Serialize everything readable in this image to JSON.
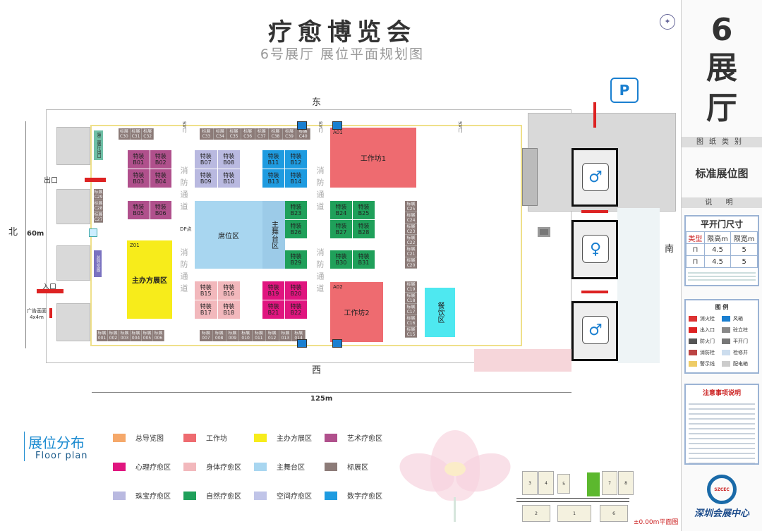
{
  "header": {
    "title": "疗愈博览会",
    "subtitle": "6号展厅 展位平面规划图"
  },
  "compass": {
    "east": "东",
    "west": "西",
    "north": "北",
    "south": "南",
    "width": "125m",
    "depth": "60m"
  },
  "hall_labels": {
    "entrance": "入口",
    "exit": "出口",
    "ad": "广告画面",
    "ad_size": "4x4m",
    "dp": "DP点",
    "fire_lane": "消防通道",
    "door": "5号门",
    "stage_text": "主舞台区",
    "seat": "席位区",
    "dining": "餐饮区",
    "mini_caption": "±0.00m平面图",
    "left_panel": "第二展厅出口",
    "guide": "总导览图"
  },
  "booth_type": "特装",
  "blocks": [
    {
      "codes": [
        "B01",
        "B02",
        "B03",
        "B04"
      ],
      "color": "#b0508c"
    },
    {
      "codes": [
        "B05",
        "B06"
      ],
      "color": "#b0508c"
    },
    {
      "codes": [
        "B07",
        "B08",
        "B09",
        "B10"
      ],
      "color": "#b9b9e0"
    },
    {
      "codes": [
        "B11",
        "B12",
        "B13",
        "B14"
      ],
      "color": "#1e9be0"
    },
    {
      "codes": [
        "B23",
        "B26"
      ],
      "color": "#1fa05a",
      "cols": 1
    },
    {
      "codes": [
        "B29"
      ],
      "color": "#1fa05a",
      "cols": 1
    },
    {
      "codes": [
        "B15",
        "B16",
        "B17",
        "B18"
      ],
      "color": "#f2b8bc"
    },
    {
      "codes": [
        "B19",
        "B20",
        "B21",
        "B22"
      ],
      "color": "#e0157f"
    },
    {
      "codes": [
        "B24",
        "B25",
        "B27",
        "B28"
      ],
      "color": "#1fa05a"
    },
    {
      "codes": [
        "B30",
        "B31"
      ],
      "color": "#1fa05a"
    }
  ],
  "strip_label": "标展",
  "strips": [
    [
      "C30",
      "C31",
      "C32"
    ],
    [
      "C33",
      "C34",
      "C35",
      "C36",
      "C37",
      "C38",
      "C39",
      "C40"
    ],
    [
      "001",
      "002",
      "003",
      "004",
      "005",
      "006"
    ],
    [
      "007",
      "008",
      "009",
      "010",
      "011",
      "012",
      "013",
      "014"
    ],
    [
      "C25",
      "C24",
      "C23",
      "C22",
      "C21",
      "C20"
    ],
    [
      "C19",
      "C18",
      "C17",
      "C16",
      "C15"
    ],
    [
      "C29",
      "C28",
      "C27"
    ]
  ],
  "zones": {
    "z01": {
      "code": "Z01",
      "name": "主办方展区"
    },
    "a01": {
      "code": "A01",
      "name": "工作坊1"
    },
    "a02": {
      "code": "A02",
      "name": "工作坊2"
    }
  },
  "right_panel": {
    "hall_no": "6",
    "hall_a": "展",
    "hall_b": "厅",
    "drawing_type_label": "图纸类别",
    "drawing_type": "标准展位图",
    "notes_label": "说 明",
    "door_table": {
      "title": "平开门尺寸",
      "headers": [
        "类型",
        "限高m",
        "限宽m"
      ],
      "rows": [
        [
          "4.5",
          "5"
        ],
        [
          "4.5",
          "5"
        ]
      ]
    },
    "legend_title": "图 例",
    "legend": [
      "消火栓",
      "风箱",
      "出入口",
      "砼立柱",
      "防火门",
      "平开门",
      "消防栓",
      "检修井",
      "警示线",
      "配电箱"
    ],
    "notes_title": "注意事项说明",
    "org_name": "深圳会展中心",
    "org_abbr": "SZCEC"
  },
  "floor_legend": {
    "title": "展位分布",
    "title_en": "Floor plan",
    "items": [
      {
        "label": "总导览图",
        "color": "#f5a86a"
      },
      {
        "label": "工作坊",
        "color": "#ee6b70"
      },
      {
        "label": "主办方展区",
        "color": "#f7ec1b"
      },
      {
        "label": "艺术疗愈区",
        "color": "#b0508c"
      },
      {
        "label": "心理疗愈区",
        "color": "#e0157f"
      },
      {
        "label": "身体疗愈区",
        "color": "#f2b8bc"
      },
      {
        "label": "主舞台区",
        "color": "#a8d6f0"
      },
      {
        "label": "标展区",
        "color": "#8c7b78"
      },
      {
        "label": "珠宝疗愈区",
        "color": "#b9b9e0"
      },
      {
        "label": "自然疗愈区",
        "color": "#1fa05a"
      },
      {
        "label": "空间疗愈区",
        "color": "#c0c4e8"
      },
      {
        "label": "数字疗愈区",
        "color": "#1e9be0"
      }
    ]
  },
  "mini_map": [
    "3",
    "4",
    "5",
    "7",
    "8",
    "2",
    "1",
    "6"
  ]
}
